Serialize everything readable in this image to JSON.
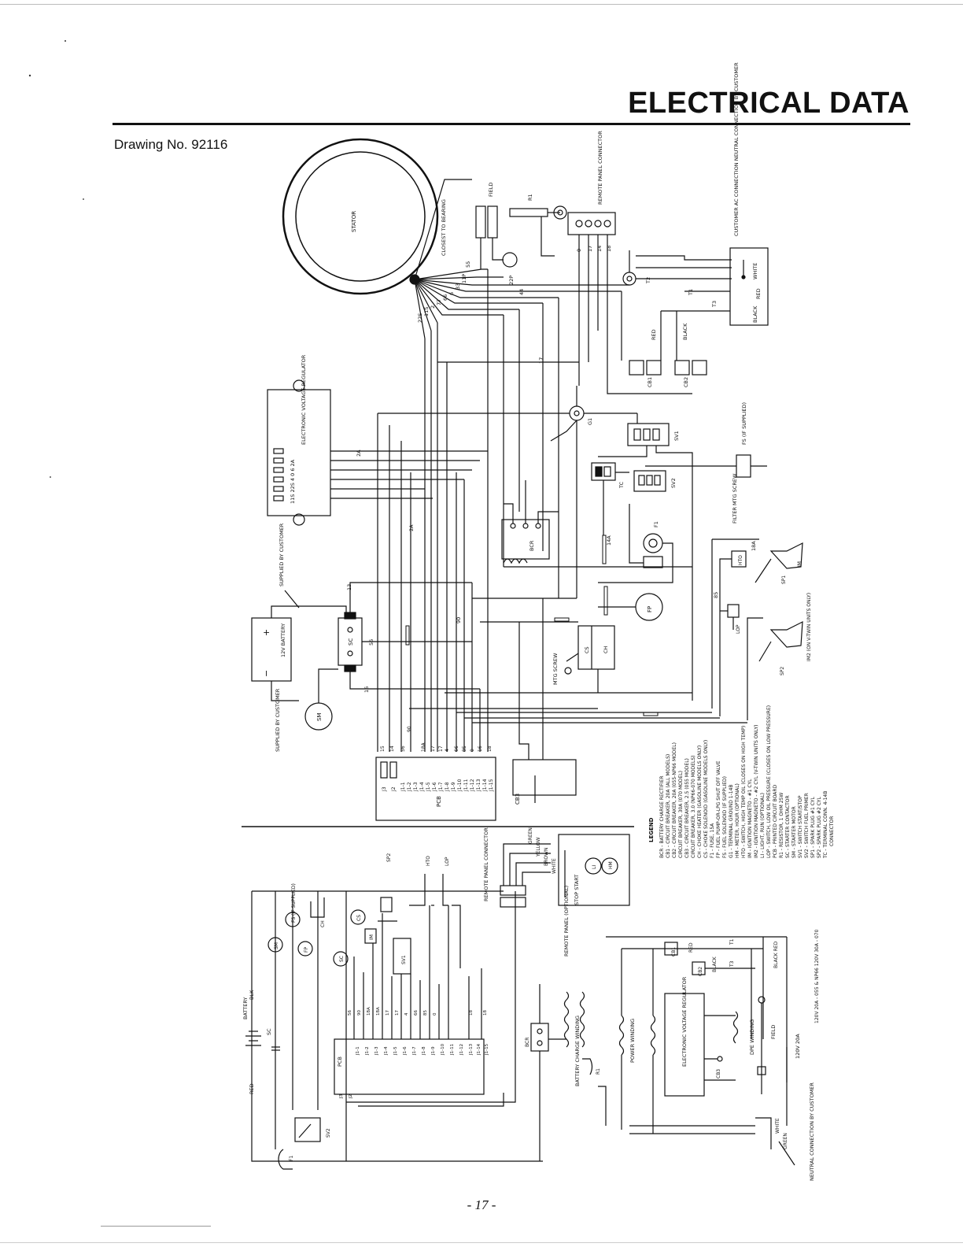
{
  "header": {
    "title": "ELECTRICAL DATA",
    "drawing_number": "Drawing No. 92116"
  },
  "footer": {
    "page_number": "- 17 -"
  },
  "upper_diagram": {
    "stator_label": "STATOR",
    "closest_to_bearing": "CLOSEST TO BEARING",
    "field_label": "FIELD",
    "r1_label": "R1",
    "remote_panel_connector": "REMOTE PANEL CONNECTOR",
    "customer_connection": "CUSTOMER AC CONNECTION NEUTRAL CONNECTION BY CUSTOMER",
    "evr_label": "ELECTRONIC VOLTAGE REGULATOR",
    "evr_terminals": "11S 22S 4 0 6 2A",
    "supplied_by_customer_1": "SUPPLIED BY CUSTOMER",
    "supplied_by_customer_2": "SUPPLIED BY CUSTOMER",
    "battery_label": "12V BATTERY",
    "sc_label": "SC",
    "sm_label": "SM",
    "bcr_label": "BCR",
    "pcb_label": "PCB",
    "cb3_label": "CB3",
    "cb1_label": "CB1",
    "cb2_label": "CB2",
    "g1_label": "G1",
    "sv1_label": "SV1",
    "sv2_label": "SV2",
    "tc_label": "TC",
    "f1_label": "F1",
    "fp_label": "FP",
    "ch_label": "CH",
    "cs_label": "CS",
    "mtg_screw": "MTG SCREW",
    "fs_label": "FS (IF SUPPLIED)",
    "filter_mtg_screw": "FILTER MTG SCREW",
    "hto_label": "HTO",
    "lop_label": "LOP",
    "sp1_label": "SP1",
    "sp2_label": "SP2",
    "im_label": "IM",
    "im2_label": "IM2 (ON V-TWIN UNITS ONLY)",
    "wire_colors": [
      "RED",
      "BLACK",
      "WHITE",
      "GREEN",
      "RED",
      "BLACK"
    ],
    "pcb_pins": [
      "J3",
      "J2",
      "J1-1",
      "J1-2",
      "J1-3",
      "J1-4",
      "J1-5",
      "J1-6",
      "J1-7",
      "J1-8",
      "J1-9",
      "J1-10",
      "J1-11",
      "J1-12",
      "J1-13",
      "J1-14",
      "J1-15"
    ],
    "pcb_wires": [
      "15",
      "14",
      "56",
      "90",
      "18A",
      "17",
      "17",
      "4",
      "66",
      "85",
      "0",
      "16",
      "18"
    ],
    "wire_numbers": [
      "22S",
      "11S",
      "2",
      "77",
      "66",
      "6",
      "33",
      "11P",
      "44",
      "22P",
      "55",
      "0",
      "17",
      "14",
      "18",
      "2A",
      "13",
      "90",
      "56",
      "16",
      "85",
      "18A",
      "14A",
      "T1",
      "T2",
      "T3",
      "T1",
      "T2",
      "T3"
    ]
  },
  "legend": {
    "title": "LEGEND",
    "items": [
      "BCR - BATTERY CHARGE RECTIFIER",
      "CB1 - CIRCUIT BREAKER, 20A (ALL MODELS)",
      "CB2 - CIRCUIT BREAKER, 20A (055-NP66 MODEL)",
      "CIRCUIT BREAKER, 30A (070 MODEL)",
      "CB3 - CIRCUIT BREAKER, 2.5 (055 MODEL)",
      "CIRCUIT BREAKER, 3.0 (NP66-070 MODELS)",
      "CH - CHOKE HEATER (GASOLINE MODELS ONLY)",
      "CS - CHOKE SOLENOID (GASOLINE MODELS ONLY)",
      "F1 - FUSE, 15A",
      "FP - FUEL PUMP-OR-LPG SHUT OFF VALVE",
      "FS - FUEL SOLENOID (IF SUPPLIED)",
      "G1 - TERMINAL GROUND 1-14B",
      "HM - METER, HOUR (OPTIONAL)",
      "HTO - SWITCH, HIGH TEMP OIL (CLOSES ON HIGH TEMP)",
      "IM - IGNITION MAGNETO - #1 CYL",
      "IM2 - IGNITION MAGNETO - #2 CYL (V-TWIN UNITS ONLY)",
      "LI - LIGHT, RUN (OPTIONAL)",
      "LOP - SWITCH, LOW OIL PRESSURE (CLOSES ON LOW PRESSURE)",
      "PCB - PRINTED CIRCUIT BOARD",
      "R1 - RESISTOR, 1 OHM 25W",
      "SC - STARTER CONTACTOR",
      "SM - STARTER MOTOR",
      "SV1 - SWITCH START/STOP",
      "SV2 - SWITCH FUEL PRIMER",
      "SP1 - SPARK PLUG #1 CYL",
      "SP2 - SPARK PLUG #2 CYL",
      "TC - TERMINAL CONN. 4-14B",
      "CONNECTOR"
    ]
  },
  "lower_diagram": {
    "remote_panel_connector": "REMOTE PANEL CONNECTOR",
    "remote_panel_optional": "REMOTE PANEL (OPTIONAL)",
    "remote_wire_colors": [
      "GREEN",
      "YELLOW",
      "BROWN",
      "WHITE"
    ],
    "stop_start": "STOP START",
    "battery": "BATTERY",
    "blk": "BLK",
    "red": "RED",
    "battery_charge_winding": "BATTERY CHARGE WINDING",
    "power_winding": "POWER WINDING",
    "evr": "ELECTRONIC VOLTAGE REGULATOR",
    "dpe_winding": "DPE WINDING",
    "field": "FIELD",
    "voltage_120": "120V 20A",
    "breaker_note": "120V 20A - 055 & NP66 120V 30A - 070",
    "neutral_connection": "NEUTRAL CONNECTION BY CUSTOMER",
    "white": "WHITE",
    "green": "GREEN",
    "black_red": "BLACK RED",
    "pcb": "PCB",
    "pcb_pins": [
      "J1-1",
      "J1-2",
      "J1-3",
      "J1-4",
      "J1-5",
      "J1-6",
      "J1-7",
      "J1-8",
      "J1-9",
      "J1-10",
      "J1-11",
      "J1-12",
      "J1-13",
      "J1-14",
      "J1-15"
    ],
    "pcb_wires": [
      "56",
      "90",
      "18A",
      "18A",
      "17",
      "17",
      "4",
      "66",
      "85",
      "0",
      "18",
      "18"
    ]
  }
}
